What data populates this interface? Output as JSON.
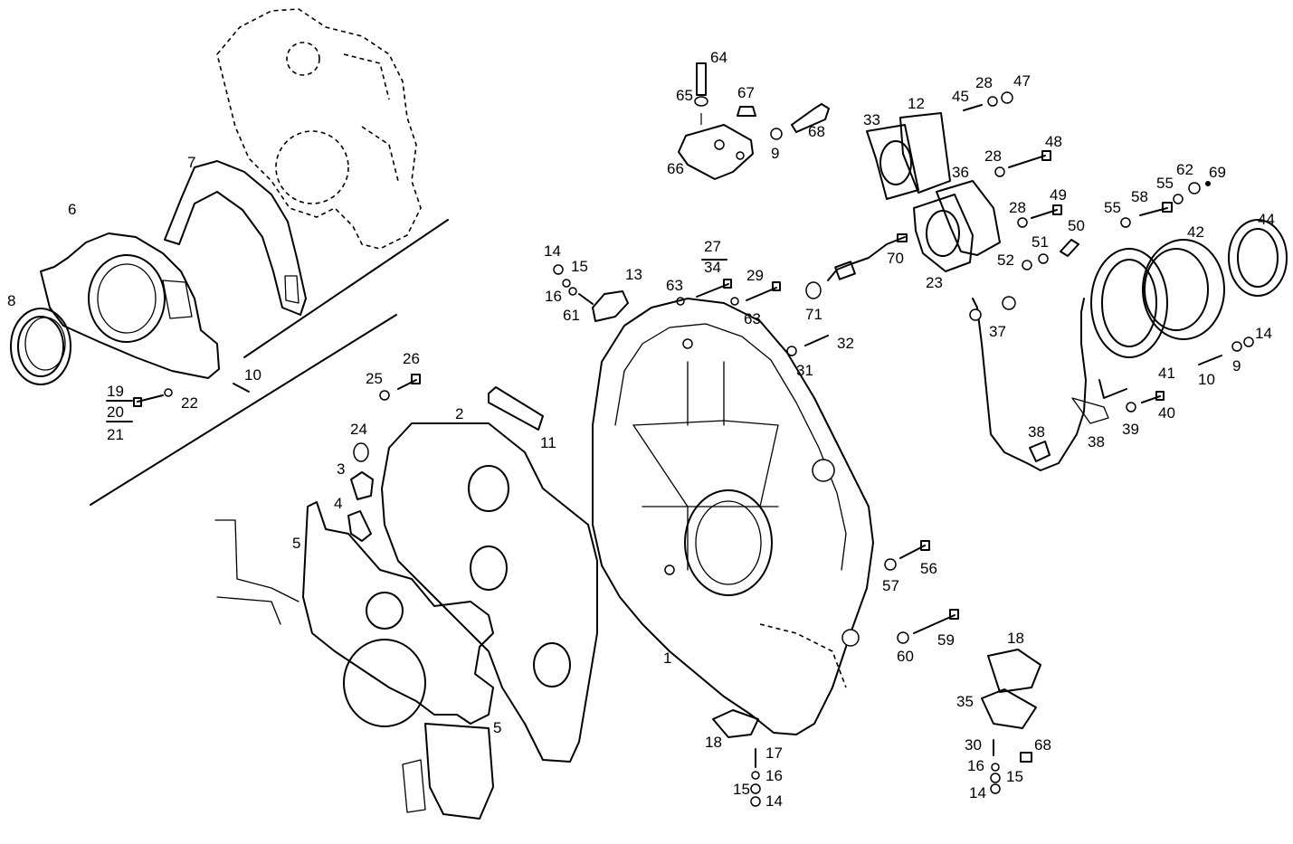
{
  "callouts": [
    {
      "id": "c64",
      "text": "64"
    },
    {
      "id": "c65",
      "text": "65"
    },
    {
      "id": "c67",
      "text": "67"
    },
    {
      "id": "c68a",
      "text": "68"
    },
    {
      "id": "c66",
      "text": "66"
    },
    {
      "id": "c9a",
      "text": "9"
    },
    {
      "id": "c12",
      "text": "12"
    },
    {
      "id": "c33",
      "text": "33"
    },
    {
      "id": "c45",
      "text": "45"
    },
    {
      "id": "c28a",
      "text": "28"
    },
    {
      "id": "c47",
      "text": "47"
    },
    {
      "id": "c28b",
      "text": "28"
    },
    {
      "id": "c48",
      "text": "48"
    },
    {
      "id": "c36",
      "text": "36"
    },
    {
      "id": "c28c",
      "text": "28"
    },
    {
      "id": "c49",
      "text": "49"
    },
    {
      "id": "c62",
      "text": "62"
    },
    {
      "id": "c55a",
      "text": "55"
    },
    {
      "id": "c69",
      "text": "69"
    },
    {
      "id": "c55b",
      "text": "55"
    },
    {
      "id": "c58",
      "text": "58"
    },
    {
      "id": "c50",
      "text": "50"
    },
    {
      "id": "c51",
      "text": "51"
    },
    {
      "id": "c44",
      "text": "44"
    },
    {
      "id": "c42",
      "text": "42"
    },
    {
      "id": "c7",
      "text": "7"
    },
    {
      "id": "c6",
      "text": "6"
    },
    {
      "id": "c8",
      "text": "8"
    },
    {
      "id": "c10a",
      "text": "10"
    },
    {
      "id": "c19",
      "text": "19"
    },
    {
      "id": "c20",
      "text": "20"
    },
    {
      "id": "c21",
      "text": "21"
    },
    {
      "id": "c22",
      "text": "22"
    },
    {
      "id": "c14a",
      "text": "14"
    },
    {
      "id": "c15a",
      "text": "15"
    },
    {
      "id": "c16a",
      "text": "16"
    },
    {
      "id": "c61",
      "text": "61"
    },
    {
      "id": "c13",
      "text": "13"
    },
    {
      "id": "c27",
      "text": "27"
    },
    {
      "id": "c34",
      "text": "34"
    },
    {
      "id": "c63a",
      "text": "63"
    },
    {
      "id": "c29",
      "text": "29"
    },
    {
      "id": "c63b",
      "text": "63"
    },
    {
      "id": "c70",
      "text": "70"
    },
    {
      "id": "c23",
      "text": "23"
    },
    {
      "id": "c52",
      "text": "52"
    },
    {
      "id": "c71",
      "text": "71"
    },
    {
      "id": "c37",
      "text": "37"
    },
    {
      "id": "c32",
      "text": "32"
    },
    {
      "id": "c31",
      "text": "31"
    },
    {
      "id": "c14b",
      "text": "14"
    },
    {
      "id": "c9b",
      "text": "9"
    },
    {
      "id": "c10b",
      "text": "10"
    },
    {
      "id": "c41",
      "text": "41"
    },
    {
      "id": "c39",
      "text": "39"
    },
    {
      "id": "c40",
      "text": "40"
    },
    {
      "id": "c38a",
      "text": "38"
    },
    {
      "id": "c38b",
      "text": "38"
    },
    {
      "id": "c25",
      "text": "25"
    },
    {
      "id": "c26",
      "text": "26"
    },
    {
      "id": "c2",
      "text": "2"
    },
    {
      "id": "c11",
      "text": "11"
    },
    {
      "id": "c24",
      "text": "24"
    },
    {
      "id": "c3",
      "text": "3"
    },
    {
      "id": "c4",
      "text": "4"
    },
    {
      "id": "c5a",
      "text": "5"
    },
    {
      "id": "c5b",
      "text": "5"
    },
    {
      "id": "c1",
      "text": "1"
    },
    {
      "id": "c56",
      "text": "56"
    },
    {
      "id": "c57",
      "text": "57"
    },
    {
      "id": "c59",
      "text": "59"
    },
    {
      "id": "c60",
      "text": "60"
    },
    {
      "id": "c18a",
      "text": "18"
    },
    {
      "id": "c35",
      "text": "35"
    },
    {
      "id": "c18b",
      "text": "18"
    },
    {
      "id": "c17",
      "text": "17"
    },
    {
      "id": "c16b",
      "text": "16"
    },
    {
      "id": "c15b",
      "text": "15"
    },
    {
      "id": "c14c",
      "text": "14"
    },
    {
      "id": "c30",
      "text": "30"
    },
    {
      "id": "c68b",
      "text": "68"
    },
    {
      "id": "c16c",
      "text": "16"
    },
    {
      "id": "c15c",
      "text": "15"
    },
    {
      "id": "c14d",
      "text": "14"
    }
  ]
}
